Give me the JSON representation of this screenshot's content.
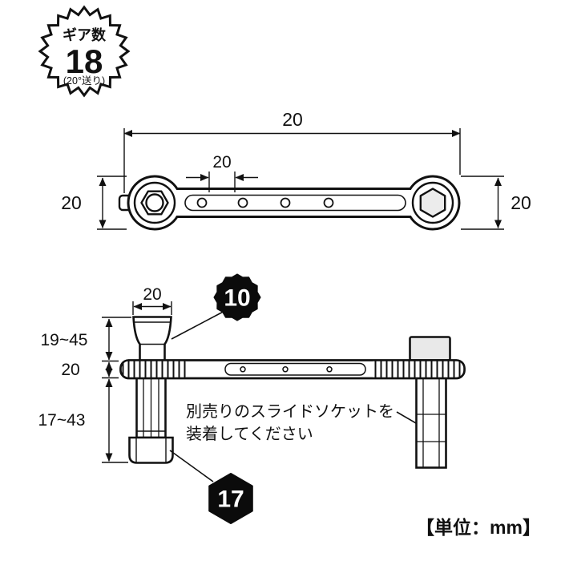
{
  "gear_badge": {
    "label": "ギア数",
    "value": "18",
    "note": "(20°送り)"
  },
  "top_view": {
    "dim_total_length": "20",
    "dim_shaft_width": "20",
    "dim_left_height": "20",
    "dim_right_height": "20"
  },
  "side_view": {
    "dim_adapter_width": "20",
    "dim_upper_reach": "19~45",
    "dim_body_thickness": "20",
    "dim_lower_reach": "17~43",
    "socket_size_top": "10",
    "socket_size_bottom": "17",
    "note_line1": "別売りのスライドソケットを",
    "note_line2": "装着してください"
  },
  "footer": {
    "unit_label": "【単位：mm】"
  }
}
